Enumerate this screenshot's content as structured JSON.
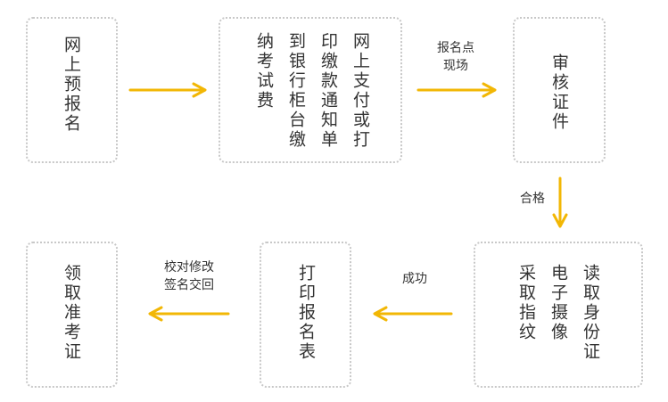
{
  "steps": {
    "online_register": [
      "网上预报名"
    ],
    "payment": [
      "纳考试费",
      "到银行柜台缴",
      "印缴款通知单",
      "网上支付或打"
    ],
    "review": [
      "审核证件"
    ],
    "capture": [
      "读取身份证",
      "电子摄像",
      "采取指纹"
    ],
    "print": [
      "打印报名表"
    ],
    "admit": [
      "领取准考证"
    ]
  },
  "edges": {
    "to_review": [
      "报名点",
      "现场"
    ],
    "to_capture": [
      "合格"
    ],
    "to_print": [
      "成功"
    ],
    "to_admit": [
      "校对修改",
      "签名交回"
    ]
  },
  "colors": {
    "arrow": "#f2b705",
    "border": "#c8c8c8",
    "text": "#333333"
  }
}
